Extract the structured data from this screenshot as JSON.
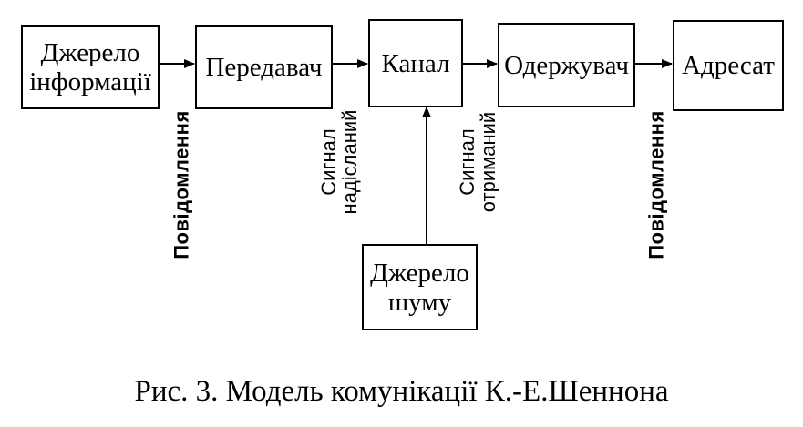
{
  "blocks": {
    "info_source": {
      "line1": "Джерело",
      "line2": "інформації"
    },
    "transmitter": {
      "label": "Передавач"
    },
    "channel": {
      "label": "Канал"
    },
    "receiver": {
      "label": "Одержувач"
    },
    "addressee": {
      "label": "Адресат"
    },
    "noise_source": {
      "line1": "Джерело",
      "line2": "шуму"
    }
  },
  "edge_labels": {
    "message_out": "Повідомлення",
    "signal_sent": {
      "line1": "Сигнал",
      "line2": "надісланий"
    },
    "signal_received": {
      "line1": "Сигнал",
      "line2": "отриманий"
    },
    "message_in": "Повідомлення"
  },
  "caption": "Рис. 3. Модель комунікації К.-Е.Шеннона"
}
